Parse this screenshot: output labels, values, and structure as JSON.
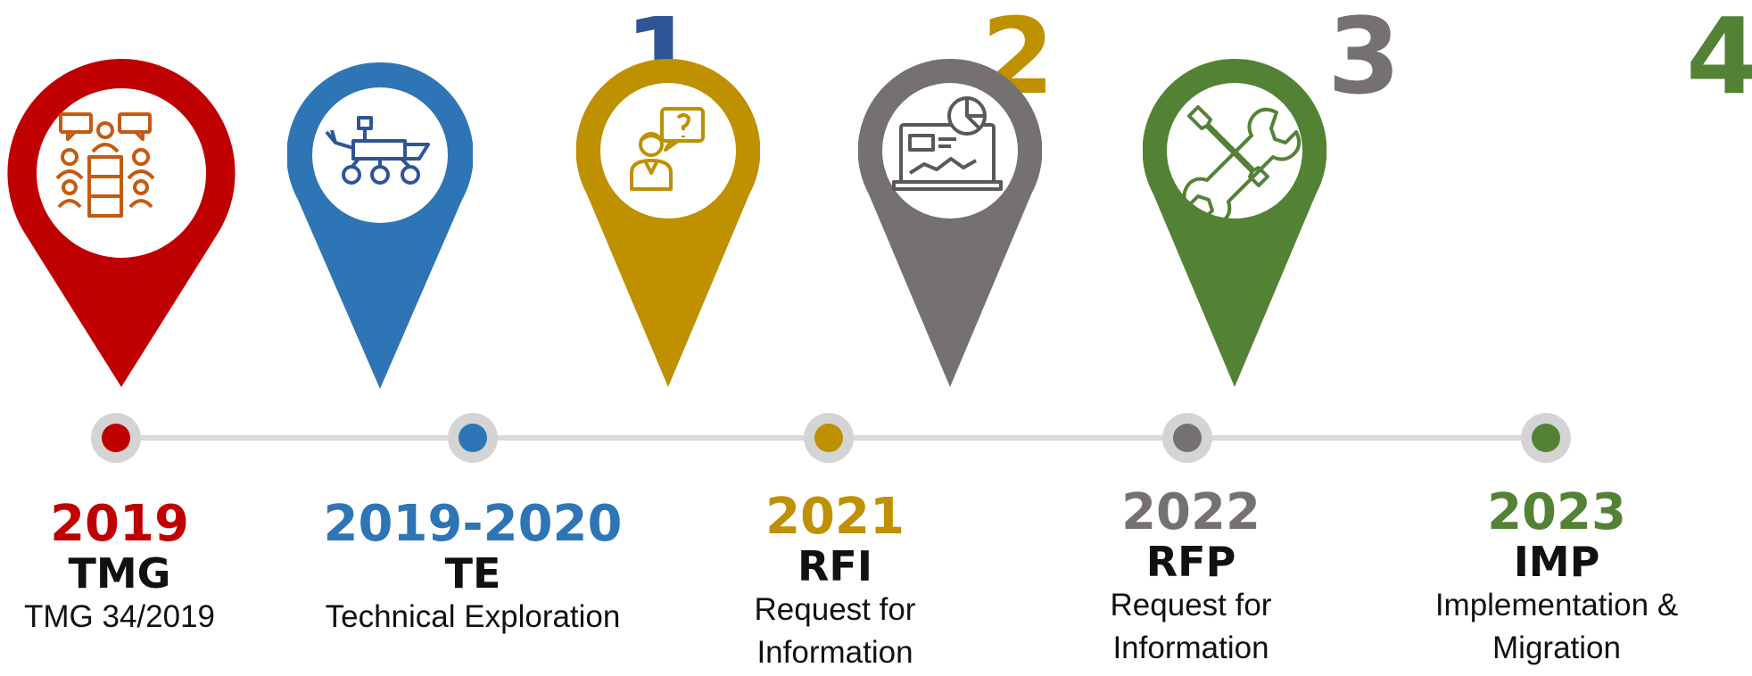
{
  "colors": {
    "red": "#c00000",
    "blue": "#2e75b6",
    "gold": "#bf9000",
    "gray": "#767171",
    "green": "#548235",
    "line": "#d9d9d9",
    "dot_ring": "#d4d4d4",
    "number_blue": "#2f5597"
  },
  "step_numbers": [
    "1",
    "2",
    "3",
    "4"
  ],
  "milestones": [
    {
      "year": "2019",
      "code": "TMG",
      "desc_lines": [
        "TMG 34/2019"
      ],
      "icon": "team-discussion-icon",
      "color": "#c00000"
    },
    {
      "year": "2019-2020",
      "code": "TE",
      "desc_lines": [
        "Technical Exploration"
      ],
      "icon": "rover-icon",
      "color": "#2e75b6"
    },
    {
      "year": "2021",
      "code": "RFI",
      "desc_lines": [
        "Request for",
        "Information"
      ],
      "icon": "person-question-icon",
      "color": "#bf9000"
    },
    {
      "year": "2022",
      "code": "RFP",
      "desc_lines": [
        "Request for",
        "Information"
      ],
      "icon": "laptop-analytics-icon",
      "color": "#767171"
    },
    {
      "year": "2023",
      "code": "IMP",
      "desc_lines": [
        "Implementation &",
        "Migration"
      ],
      "icon": "wrench-screwdriver-icon",
      "color": "#548235"
    }
  ]
}
